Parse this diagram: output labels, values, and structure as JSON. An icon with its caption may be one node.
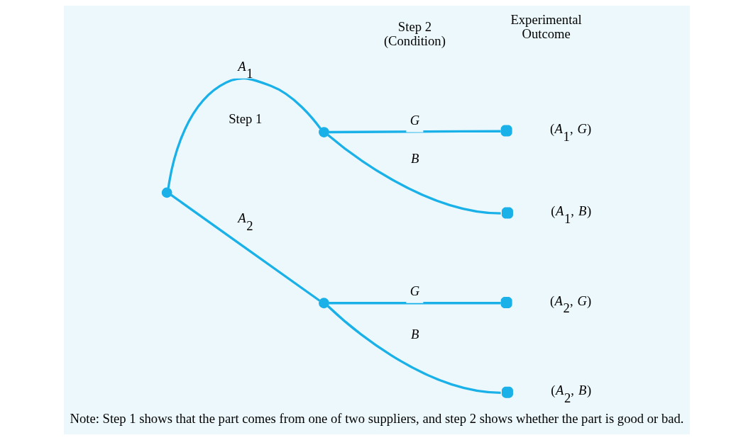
{
  "diagram": {
    "caption": "Note: Step 1 shows that the part comes from one of two suppliers, and step 2 shows whether the part is good or bad.",
    "nodes": [
      {
        "text": [],
        "shape": "circle"
      },
      {
        "text": [],
        "shape": "circle"
      },
      {
        "text": [],
        "shape": "circle"
      },
      {
        "text": [],
        "shape": "circle",
        "beside": [
          "(*A*$_{1}$, *G*)"
        ]
      },
      {
        "text": [],
        "shape": "circle",
        "beside": [
          "(*A*$_{1}$, *B*)"
        ]
      },
      {
        "text": [],
        "shape": "circle",
        "beside": [
          "(*A*$_{2}$, *G*)"
        ]
      },
      {
        "text": [],
        "shape": "circle",
        "beside": [
          "(*A*$_{2}$, *B*)"
        ]
      }
    ],
    "edges": [
      {
        "from": 0,
        "to": 1,
        "arrow": "none",
        "label": "*A*$_{1}$"
      },
      {
        "from": 0,
        "to": 2,
        "arrow": "none",
        "label": "*A*$_{2}$"
      },
      {
        "from": 1,
        "to": 3,
        "arrow": "none",
        "label": "*G*"
      },
      {
        "from": 1,
        "to": 4,
        "arrow": "none",
        "label": "*B*"
      },
      {
        "from": 2,
        "to": 5,
        "arrow": "none",
        "label": "*G*"
      },
      {
        "from": 2,
        "to": 6,
        "arrow": "none",
        "label": "*B*"
      }
    ],
    "labels": [
      "Step 1",
      "Step 2 (Condition)",
      "Experimental Outcome"
    ]
  }
}
